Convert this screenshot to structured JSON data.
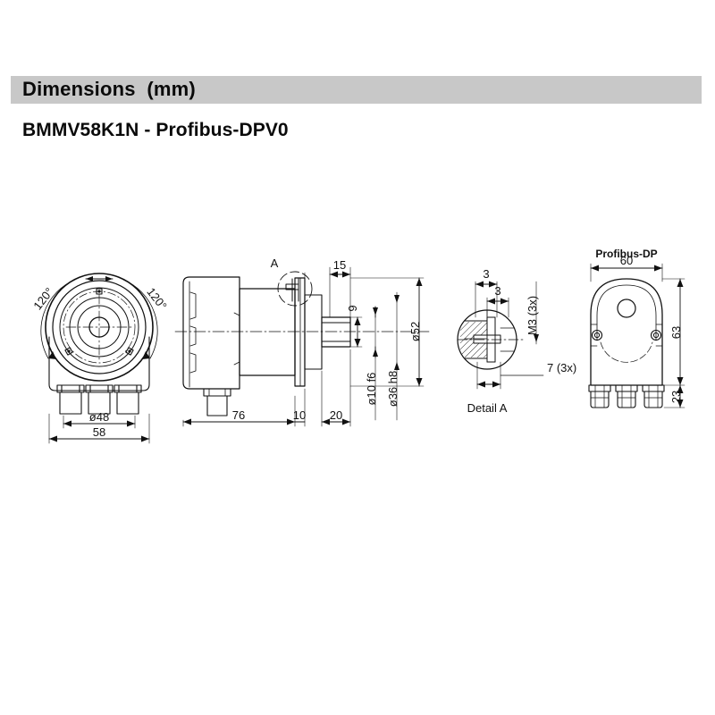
{
  "header": {
    "title": "Dimensions  (mm)",
    "subtitle": "BMMV58K1N - Profibus-DPV0",
    "bar_color": "#c8c8c8"
  },
  "drawing": {
    "type": "technical-dimension-drawing",
    "units": "mm",
    "line_color": "#111111",
    "views": [
      {
        "id": "front-flange-view",
        "name": "Front view (flange / mounting face)",
        "annotations": [
          {
            "key": "angle_left",
            "text": "120°"
          },
          {
            "key": "angle_right",
            "text": "120°"
          },
          {
            "key": "bolt_circle",
            "text": "ø48"
          },
          {
            "key": "outer_width",
            "text": "58"
          }
        ]
      },
      {
        "id": "side-section-view",
        "name": "Side view with shaft",
        "annotations": [
          {
            "key": "detail_callout",
            "text": "A"
          },
          {
            "key": "flange_offset",
            "text": "15"
          },
          {
            "key": "keyway",
            "text": "9"
          },
          {
            "key": "body_length",
            "text": "76"
          },
          {
            "key": "flange_thickness",
            "text": "10"
          },
          {
            "key": "shaft_length",
            "text": "20"
          },
          {
            "key": "shaft_dia",
            "text": "ø10 f6"
          },
          {
            "key": "spigot_dia",
            "text": "ø36 h8"
          },
          {
            "key": "flange_dia",
            "text": "ø52"
          }
        ]
      },
      {
        "id": "detail-a-view",
        "name": "Detail A",
        "annotations": [
          {
            "key": "dim_3_outer",
            "text": "3"
          },
          {
            "key": "dim_3_inner",
            "text": "3"
          },
          {
            "key": "thread",
            "text": "M3 (3x)"
          },
          {
            "key": "depth",
            "text": "7 (3x)"
          },
          {
            "key": "caption",
            "text": "Detail A"
          }
        ]
      },
      {
        "id": "profibus-dp-view",
        "name": "Profibus-DP connector cap view",
        "annotations": [
          {
            "key": "title",
            "text": "Profibus-DP"
          },
          {
            "key": "width",
            "text": "60"
          },
          {
            "key": "height",
            "text": "63"
          },
          {
            "key": "gland_height",
            "text": "23"
          }
        ]
      }
    ]
  }
}
